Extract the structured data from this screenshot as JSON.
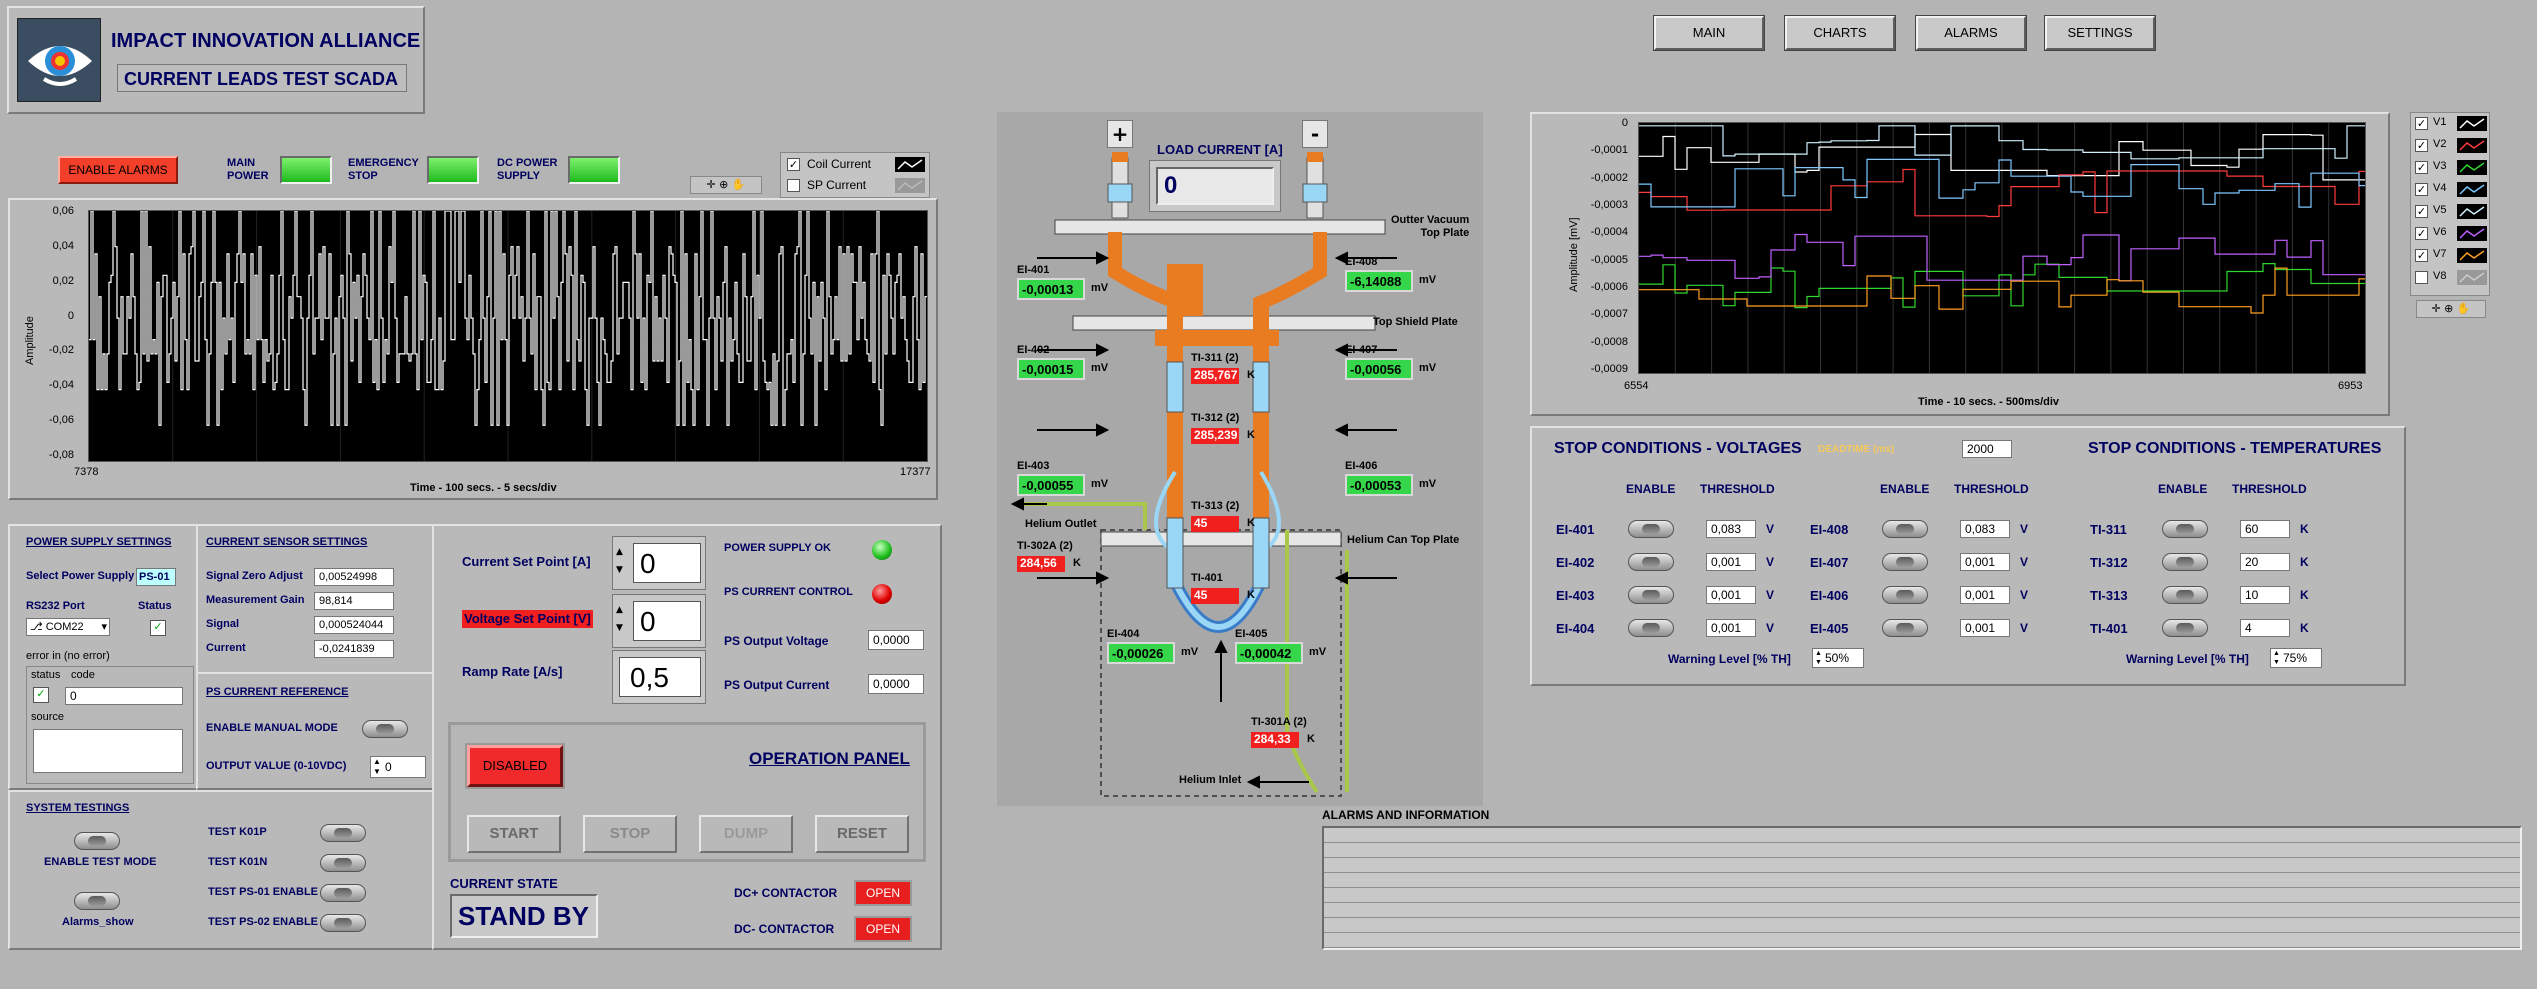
{
  "header": {
    "org": "IMPACT INNOVATION ALLIANCE",
    "app_title": "CURRENT LEADS TEST SCADA"
  },
  "nav": {
    "main": "MAIN",
    "charts": "CHARTS",
    "alarms": "ALARMS",
    "settings": "SETTINGS"
  },
  "status_bar": {
    "enable_alarms": "ENABLE ALARMS",
    "main_power": "MAIN\nPOWER",
    "emergency_stop": "EMERGENCY\nSTOP",
    "dc_power_supply": "DC POWER\nSUPPLY"
  },
  "left_chart": {
    "legend": [
      {
        "name": "Coil Current",
        "checked": true
      },
      {
        "name": "SP Current",
        "checked": false
      }
    ],
    "ylabel": "Amplitude",
    "xlabel": "Time - 100 secs. - 5 secs/div",
    "x_min": "7378",
    "x_max": "17377",
    "y_ticks": [
      "0,06",
      "0,04",
      "0,02",
      "0",
      "-0,02",
      "-0,04",
      "-0,06",
      "-0,08"
    ]
  },
  "right_chart": {
    "ylabel": "Amplitude [mV]",
    "xlabel": "Time - 10 secs. - 500ms/div",
    "x_min": "6554",
    "x_max": "6953",
    "y_ticks": [
      "0",
      "-0,0001",
      "-0,0002",
      "-0,0003",
      "-0,0004",
      "-0,0005",
      "-0,0006",
      "-0,0007",
      "-0,0008",
      "-0,0009"
    ],
    "legend": [
      {
        "name": "V1",
        "checked": true,
        "color": "#ffffff"
      },
      {
        "name": "V2",
        "checked": true,
        "color": "#ff3c3c"
      },
      {
        "name": "V3",
        "checked": true,
        "color": "#2fd82f"
      },
      {
        "name": "V4",
        "checked": true,
        "color": "#7fc8ff"
      },
      {
        "name": "V5",
        "checked": true,
        "color": "#d0f0ff"
      },
      {
        "name": "V6",
        "checked": true,
        "color": "#c060ff"
      },
      {
        "name": "V7",
        "checked": true,
        "color": "#ffa020"
      },
      {
        "name": "V8",
        "checked": false,
        "color": "#cccccc"
      }
    ]
  },
  "power_supply": {
    "title": "POWER SUPPLY SETTINGS",
    "select_label": "Select Power Supply",
    "select_value": "PS-01",
    "rs232_label": "RS232 Port",
    "status_label": "Status",
    "port_value": "COM22",
    "error_label": "error in (no error)",
    "status_col": "status",
    "code_col": "code",
    "code_value": "0",
    "source_label": "source"
  },
  "current_sensor": {
    "title": "CURRENT SENSOR SETTINGS",
    "rows": [
      {
        "label": "Signal Zero Adjust",
        "value": "0,00524998"
      },
      {
        "label": "Measurement Gain",
        "value": "98,814"
      },
      {
        "label": "Signal",
        "value": "0,000524044"
      },
      {
        "label": "Current",
        "value": "-0,0241839"
      }
    ]
  },
  "ps_reference": {
    "title": "PS CURRENT REFERENCE",
    "manual_mode": "ENABLE MANUAL MODE",
    "output_label": "OUTPUT VALUE (0-10VDC)",
    "output_value": "0"
  },
  "system_testings": {
    "title": "SYSTEM TESTINGS",
    "enable_test": "ENABLE TEST MODE",
    "alarms_show": "Alarms_show",
    "tests": [
      "TEST K01P",
      "TEST K01N",
      "TEST PS-01 ENABLE",
      "TEST PS-02 ENABLE"
    ]
  },
  "operation": {
    "current_sp_label": "Current Set Point [A]",
    "current_sp": "0",
    "voltage_sp_label": "Voltage Set Point [V]",
    "voltage_sp": "0",
    "ramp_label": "Ramp Rate [A/s]",
    "ramp": "0,5",
    "ps_ok": "POWER SUPPLY OK",
    "ps_control": "PS CURRENT CONTROL",
    "ps_voltage_label": "PS Output Voltage",
    "ps_voltage": "0,0000",
    "ps_current_label": "PS Output Current",
    "ps_current": "0,0000",
    "disabled": "DISABLED",
    "panel_title": "OPERATION PANEL",
    "start": "START",
    "stop": "STOP",
    "dump": "DUMP",
    "reset": "RESET",
    "state_label": "CURRENT STATE",
    "state": "STAND BY",
    "dcp_label": "DC+ CONTACTOR",
    "dcp_state": "OPEN",
    "dcm_label": "DC- CONTACTOR",
    "dcm_state": "OPEN"
  },
  "diagram": {
    "plus": "+",
    "minus": "-",
    "load_label": "LOAD CURRENT [A]",
    "load_value": "0",
    "outer_plate": "Outter Vacuum\nTop Plate",
    "shield_plate": "Top Shield Plate",
    "can_plate": "Helium Can Top Plate",
    "helium_outlet": "Helium Outlet",
    "helium_inlet": "Helium Inlet",
    "unit_mv": "mV",
    "unit_k": "K",
    "ei": [
      {
        "name": "EI-401",
        "value": "-0,00013"
      },
      {
        "name": "EI-402",
        "value": "-0,00015"
      },
      {
        "name": "EI-403",
        "value": "-0,00055"
      },
      {
        "name": "EI-408",
        "value": "-6,14088"
      },
      {
        "name": "EI-407",
        "value": "-0,00056"
      },
      {
        "name": "EI-406",
        "value": "-0,00053"
      },
      {
        "name": "EI-404",
        "value": "-0,00026"
      },
      {
        "name": "EI-405",
        "value": "-0,00042"
      }
    ],
    "ti": [
      {
        "name": "TI-311 (2)",
        "value": "285,767"
      },
      {
        "name": "TI-312 (2)",
        "value": "285,239"
      },
      {
        "name": "TI-313 (2)",
        "value": "45"
      },
      {
        "name": "TI-401",
        "value": "45"
      },
      {
        "name": "TI-302A (2)",
        "value": "284,56"
      },
      {
        "name": "TI-301A (2)",
        "value": "284,33"
      }
    ]
  },
  "stop_conditions": {
    "voltages_title": "STOP CONDITIONS - VOLTAGES",
    "temps_title": "STOP CONDITIONS - TEMPERATURES",
    "deadtime_label": "DEADTIME (ms)",
    "deadtime": "2000",
    "enable_h": "ENABLE",
    "threshold_h": "THRESHOLD",
    "unit_v": "V",
    "unit_k": "K",
    "v_left": [
      {
        "name": "EI-401",
        "th": "0,083"
      },
      {
        "name": "EI-402",
        "th": "0,001"
      },
      {
        "name": "EI-403",
        "th": "0,001"
      },
      {
        "name": "EI-404",
        "th": "0,001"
      }
    ],
    "v_right": [
      {
        "name": "EI-408",
        "th": "0,083"
      },
      {
        "name": "EI-407",
        "th": "0,001"
      },
      {
        "name": "EI-406",
        "th": "0,001"
      },
      {
        "name": "EI-405",
        "th": "0,001"
      }
    ],
    "temps": [
      {
        "name": "TI-311",
        "th": "60"
      },
      {
        "name": "TI-312",
        "th": "20"
      },
      {
        "name": "TI-313",
        "th": "10"
      },
      {
        "name": "TI-401",
        "th": "4"
      }
    ],
    "warn_label": "Warning Level [% TH]",
    "warn_v": "50%",
    "warn_t": "75%"
  },
  "alarms": {
    "title": "ALARMS AND INFORMATION"
  }
}
